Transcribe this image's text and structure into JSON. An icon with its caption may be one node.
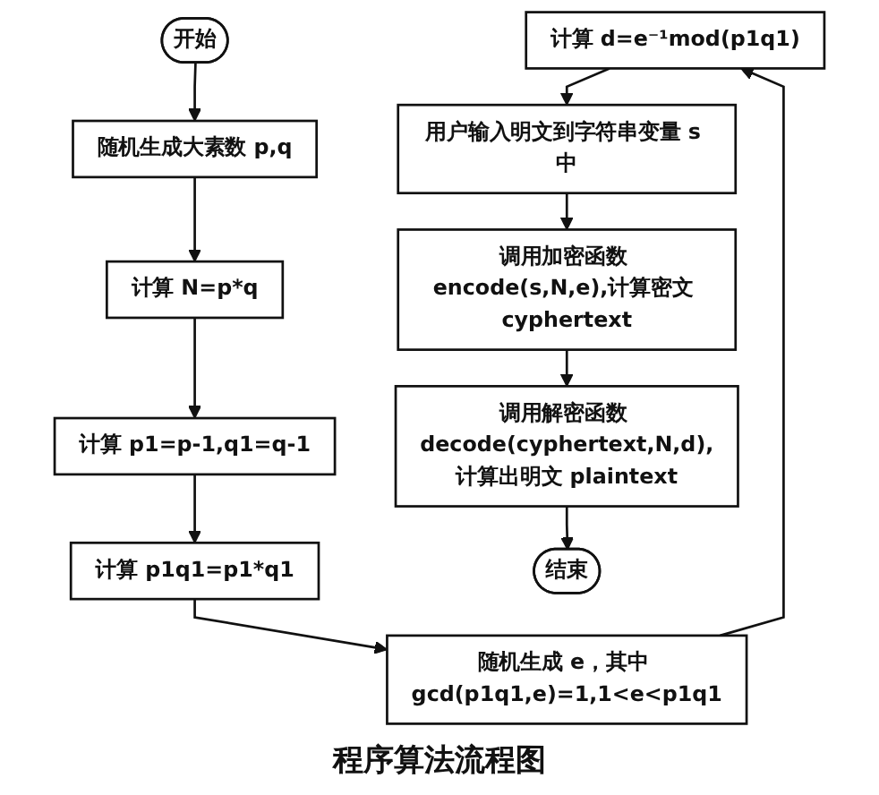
{
  "diagram": {
    "caption": "程序算法流程图",
    "nodes": [
      {
        "text": [
          "开始"
        ]
      },
      {
        "text": [
          "随机生成大素数 p,q"
        ]
      },
      {
        "text": [
          "计算 N=p*q"
        ]
      },
      {
        "text": [
          "计算 p1=p-1,q1=q-1"
        ]
      },
      {
        "text": [
          "计算 p1q1=p1*q1"
        ]
      },
      {
        "text": [
          "随机生成 e，其中 gcd(p1q1,e)=1,1<e<p1q1"
        ]
      },
      {
        "text": [
          "计算 d=e⁻¹mod(p1q1)"
        ]
      },
      {
        "text": [
          "用户输入明文到字符串变量 s 中"
        ]
      },
      {
        "text": [
          "调用加密函数 encode(s,N,e),计算密文 cyphertext"
        ]
      },
      {
        "text": [
          "调用解密函数 decode(cyphertext,N,d),计算出明文 plaintext"
        ]
      },
      {
        "text": [
          "结束"
        ]
      }
    ],
    "edges": [
      {
        "from": 0,
        "to": 1,
        "arrow": "to"
      },
      {
        "from": 1,
        "to": 2,
        "arrow": "to"
      },
      {
        "from": 2,
        "to": 3,
        "arrow": "to"
      },
      {
        "from": 3,
        "to": 4,
        "arrow": "to"
      },
      {
        "from": 4,
        "to": 5,
        "arrow": "to"
      },
      {
        "from": 5,
        "to": 6,
        "arrow": "to"
      },
      {
        "from": 6,
        "to": 7,
        "arrow": "to"
      },
      {
        "from": 7,
        "to": 8,
        "arrow": "to"
      },
      {
        "from": 8,
        "to": 9,
        "arrow": "to"
      },
      {
        "from": 9,
        "to": 10,
        "arrow": "to"
      }
    ]
  }
}
